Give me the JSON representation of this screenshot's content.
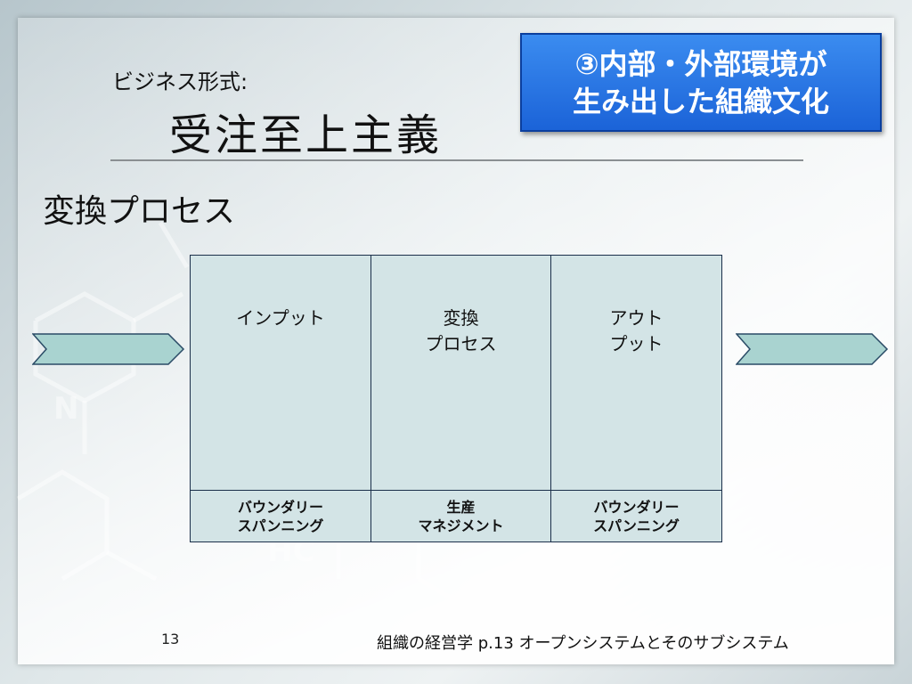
{
  "slide": {
    "subtitle": "ビジネス形式:",
    "title": "受注至上主義",
    "badge": {
      "line1": "③内部・外部環境が",
      "line2": "生み出した組織文化"
    },
    "section_heading": "変換プロセス",
    "table": {
      "top_row": [
        {
          "lines": [
            "インプット"
          ]
        },
        {
          "lines": [
            "変換",
            "プロセス"
          ]
        },
        {
          "lines": [
            "アウト",
            "プット"
          ]
        }
      ],
      "bottom_row": [
        {
          "lines": [
            "バウンダリー",
            "スパンニング"
          ]
        },
        {
          "lines": [
            "生産",
            "マネジメント"
          ]
        },
        {
          "lines": [
            "バウンダリー",
            "スパンニング"
          ]
        }
      ]
    },
    "page_number": "13",
    "footer": "組織の経営学  p.13  オープンシステムとそのサブシステム"
  },
  "colors": {
    "badge_fill": "#1b63d8",
    "table_fill": "#d3e4e6",
    "arrow_fill": "#a9d3d0"
  },
  "icons": [
    "input-arrow-icon",
    "output-arrow-icon"
  ]
}
